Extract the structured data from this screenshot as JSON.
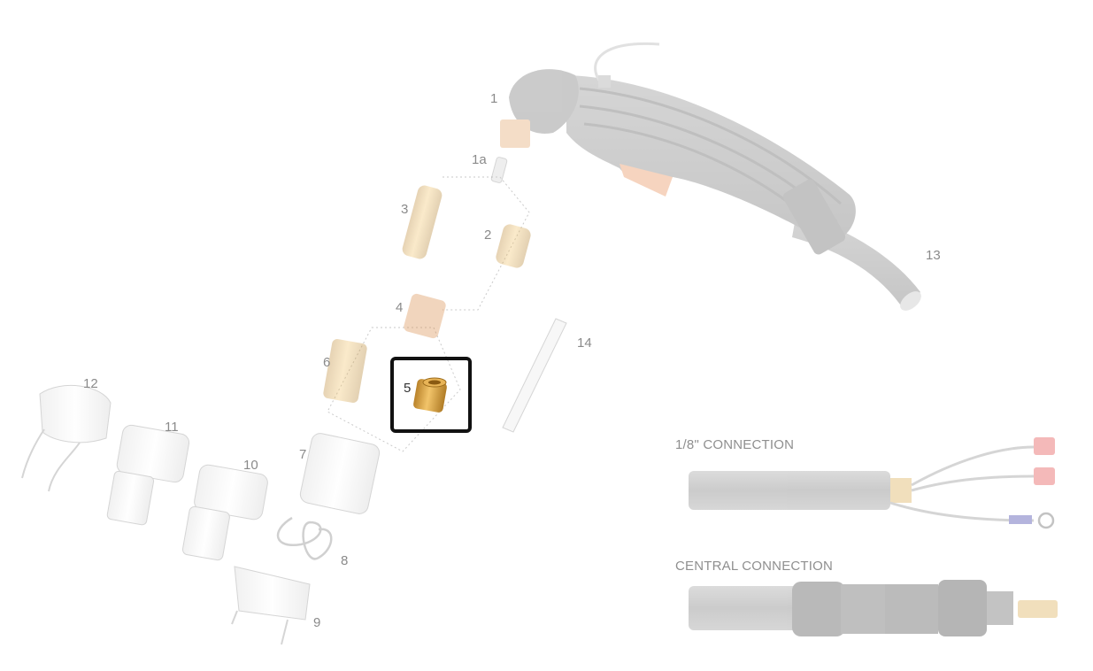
{
  "diagram": {
    "part_labels": {
      "p1": "1",
      "p1a": "1a",
      "p2": "2",
      "p3": "3",
      "p4": "4",
      "p5": "5",
      "p6": "6",
      "p7": "7",
      "p8": "8",
      "p9": "9",
      "p10": "10",
      "p11": "11",
      "p12": "12",
      "p13": "13",
      "p14": "14"
    },
    "selected_part": "5",
    "connections": {
      "eighth": "1/8\" CONNECTION",
      "central": "CENTRAL CONNECTION"
    },
    "colors": {
      "highlight_border": "#111111",
      "brass": "#d9a441",
      "handle_gray": "#6e6e6e",
      "accent_orange": "#e8874a"
    }
  }
}
